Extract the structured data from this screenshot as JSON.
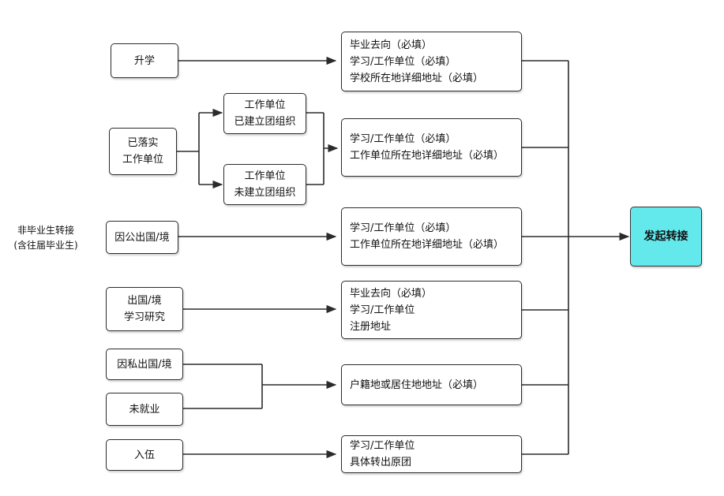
{
  "root": {
    "line1": "非毕业生转接",
    "line2": "(含往届毕业生)"
  },
  "categories": {
    "shengxue": "升学",
    "luoshi_line1": "已落实",
    "luoshi_line2": "工作单位",
    "yingong": "因公出国/境",
    "chuguo_line1": "出国/境",
    "chuguo_line2": "学习研究",
    "yinsi": "因私出国/境",
    "weijiuye": "未就业",
    "ruwu": "入伍"
  },
  "sub_options": {
    "jianli_line1": "工作单位",
    "jianli_line2": "已建立团组织",
    "weijianli_line1": "工作单位",
    "weijianli_line2": "未建立团组织"
  },
  "requirements": {
    "r1": [
      "毕业去向（必填）",
      "学习/工作单位（必填）",
      "学校所在地详细地址（必填）"
    ],
    "r2": [
      "学习/工作单位（必填）",
      "工作单位所在地详细地址（必填）"
    ],
    "r3": [
      "学习/工作单位（必填）",
      "工作单位所在地详细地址（必填）"
    ],
    "r4": [
      "毕业去向（必填）",
      "学习/工作单位",
      "注册地址"
    ],
    "r5": [
      "户籍地或居住地地址（必填）"
    ],
    "r6": [
      "学习/工作单位",
      "具体转出原团"
    ]
  },
  "final_action": "发起转接",
  "colors": {
    "final_fill": "#63e8ec",
    "line": "#2b2b2b"
  }
}
